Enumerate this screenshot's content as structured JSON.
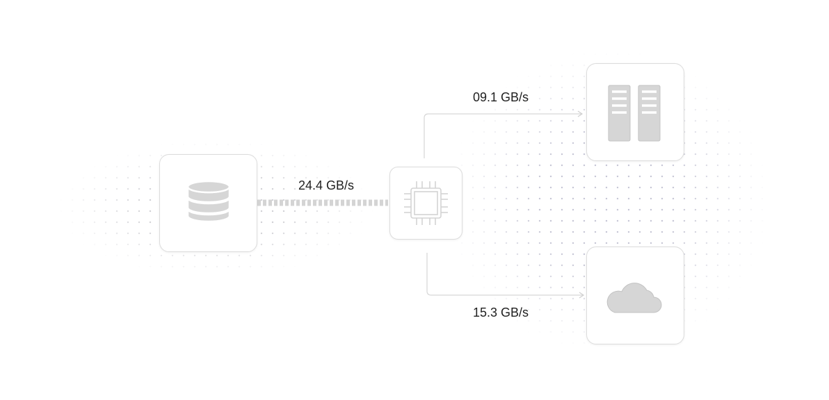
{
  "links": {
    "database_to_processor": {
      "rate": "24.4 GB/s"
    },
    "processor_to_server": {
      "rate": "09.1 GB/s"
    },
    "processor_to_cloud": {
      "rate": "15.3 GB/s"
    }
  },
  "icons": {
    "source": "database-icon",
    "hub": "cpu-icon",
    "target_top": "server-icon",
    "target_bottom": "cloud-icon"
  },
  "colors": {
    "icon_fill": "#d6d6d6",
    "node_border": "#dcdcdc",
    "connector": "#d4d4d4",
    "label_text": "#1f1f1f"
  }
}
